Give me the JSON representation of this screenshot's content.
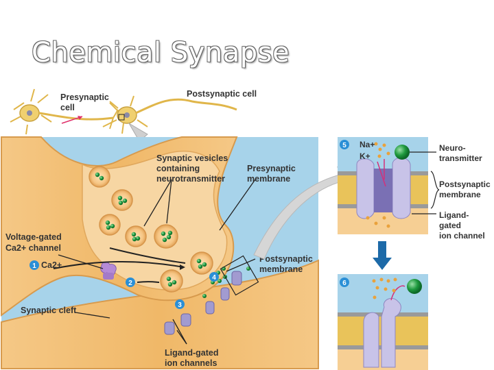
{
  "title": "Chemical Synapse",
  "labels": {
    "presynaptic_cell": [
      "Presynaptic",
      "cell"
    ],
    "postsynaptic_cell": "Postsynaptic cell",
    "synaptic_vesicles": [
      "Synaptic vesicles",
      "containing",
      "neurotransmitter"
    ],
    "presynaptic_membrane": [
      "Presynaptic",
      "membrane"
    ],
    "voltage_gated": [
      "Voltage-gated",
      "Ca2+ channel"
    ],
    "ca_ion": "Ca2+",
    "postsynaptic_membrane_main": [
      "Postsynaptic",
      "membrane"
    ],
    "synaptic_cleft": "Synaptic cleft",
    "ligand_gated_main": [
      "Ligand-gated",
      "ion channels"
    ],
    "na": "Na+",
    "k": "K+",
    "neurotransmitter": [
      "Neuro-",
      "transmitter"
    ],
    "postsynaptic_membrane_inset": [
      "Postsynaptic",
      "membrane"
    ],
    "ligand_gated_inset": [
      "Ligand-",
      "gated",
      "ion channel"
    ]
  },
  "steps": [
    "1",
    "2",
    "3",
    "4",
    "5",
    "6"
  ],
  "colors": {
    "cleft_blue": "#9fd0e8",
    "neuron_orange": "#f3bf7a",
    "neuron_edge": "#d99a4c",
    "vesicle_fill": "#f7c98a",
    "neurotransmitter_green": "#2e9a4a",
    "channel_purple": "#9b93c9",
    "step_badge": "#2a8fd6",
    "membrane_yellow": "#e9c35a",
    "membrane_grey": "#9a9a9a"
  }
}
